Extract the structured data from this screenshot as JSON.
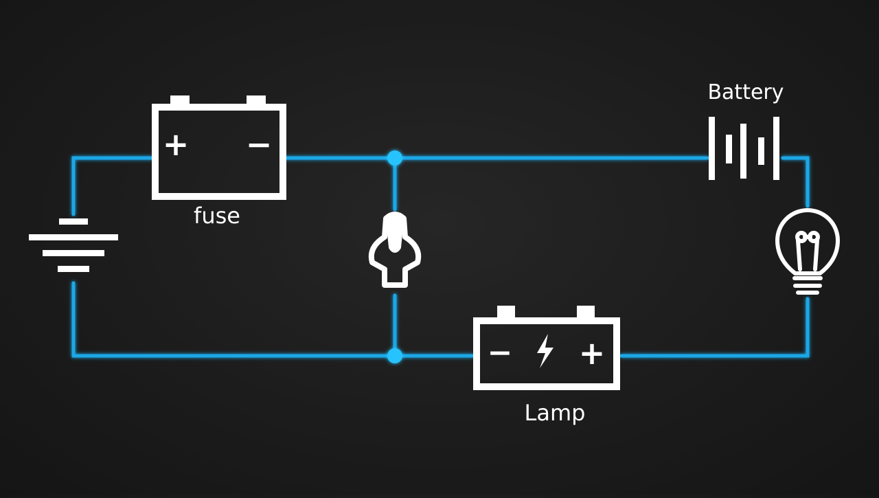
{
  "labels": {
    "fuse": "fuse",
    "battery": "Battery",
    "lamp": "Lamp"
  },
  "symbols": {
    "top_battery_positive": "+",
    "top_battery_negative": "−",
    "bottom_battery_negative": "−",
    "bottom_battery_positive": "+"
  },
  "colors": {
    "background": "#1c1c1c",
    "wire": "#1aa7e6",
    "wire_glow": "#27c3ff",
    "symbol": "#ffffff"
  },
  "icons": {
    "ground": "ground-icon",
    "top_battery": "car-battery-icon",
    "switch": "toggle-switch-icon",
    "cell_battery": "battery-cell-icon",
    "bulb": "light-bulb-icon",
    "bottom_battery": "car-battery-charge-icon"
  }
}
